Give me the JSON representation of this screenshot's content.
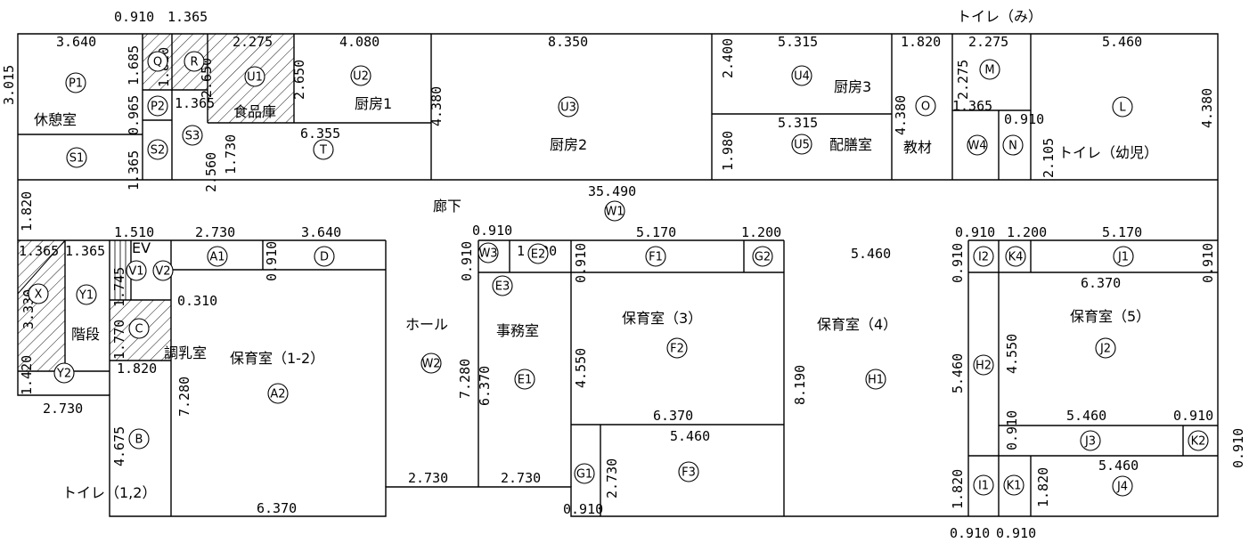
{
  "rooms": {
    "kyukeishitsu": "休憩室",
    "shokuhinko": "食品庫",
    "chubo1": "厨房1",
    "chubo2": "厨房2",
    "chubo3": "厨房3",
    "haizenshitsu": "配膳室",
    "kyozai": "教材",
    "toilet_mi": "トイレ（み）",
    "toilet_yoji": "トイレ（幼児）",
    "roka": "廊下",
    "kaidan": "階段",
    "chonyushitsu": "調乳室",
    "hoikushitsu_1_2": "保育室（1-2）",
    "hall": "ホール",
    "jimushitsu": "事務室",
    "hoikushitsu_3": "保育室（3）",
    "hoikushitsu_4": "保育室（4）",
    "hoikushitsu_5": "保育室（5）",
    "toilet_1_2": "トイレ（1,2）",
    "ev": "EV"
  },
  "tags": [
    "P1",
    "Q",
    "R",
    "U1",
    "U2",
    "U3",
    "U4",
    "U5",
    "M",
    "L",
    "O",
    "W4",
    "N",
    "P2",
    "S1",
    "S2",
    "S3",
    "T",
    "W1",
    "W2",
    "W3",
    "X",
    "Y1",
    "Y2",
    "V1",
    "V2",
    "A1",
    "A2",
    "B",
    "C",
    "D",
    "E1",
    "E2",
    "E3",
    "F1",
    "F2",
    "F3",
    "G1",
    "G2",
    "H1",
    "H2",
    "I1",
    "I2",
    "J1",
    "J2",
    "J3",
    "J4",
    "K1",
    "K2",
    "K4"
  ],
  "dimensions": {
    "top_0910": "0.910",
    "top_1365": "1.365",
    "p1_w": "3.640",
    "p1_h": "3.015",
    "q_h": "1.685",
    "r_h": "1.820",
    "u1_w": "2.275",
    "u1_h": "2.650",
    "u2_w": "4.080",
    "u2_h": "2.650",
    "u3_w": "8.350",
    "u3_h": "4.380",
    "u4_w": "5.315",
    "u4_h": "2.400",
    "u5_w": "5.315",
    "u5_h": "1.980",
    "o_w": "1.820",
    "o_h": "4.380",
    "m_w": "2.275",
    "m_h": "2.275",
    "l_w": "5.460",
    "l_h": "4.380",
    "p2_h": "0.965",
    "s3_w": "1.365",
    "s2_h": "1.365",
    "s3_h": "2.560",
    "t_h": "1.730",
    "t_w": "6.355",
    "w4_w": "1.365",
    "n_w": "0.910",
    "n_h": "2.105",
    "corridor_h": "1.820",
    "corridor_w": "35.490",
    "ev_w": "1.510",
    "a1_w": "2.730",
    "a1_h": "0.910",
    "d_w": "3.640",
    "w3_w": "0.910",
    "w3_h": "0.910",
    "e2_w": "1.820",
    "f1_h": "0.910",
    "f1_w": "5.170",
    "g2_w": "1.200",
    "h1_w": "5.460",
    "i2_w": "0.910",
    "i2_h": "0.910",
    "k4_w": "1.200",
    "j1_w": "5.170",
    "j1_h": "0.910",
    "x_w": "1.365",
    "y1_w": "1.365",
    "x_h": "3.330",
    "v_h": "1.745",
    "c_h": "1.770",
    "c_gap": "0.310",
    "j2_w": "6.370",
    "f2_h": "4.550",
    "h1_h": "8.190",
    "h2_h": "5.460",
    "j2_h": "4.550",
    "y2_h": "1.420",
    "c_w": "1.820",
    "e1_h": "6.370",
    "w2_h": "7.280",
    "a2_h": "7.280",
    "y2_w": "2.730",
    "f2_w": "6.370",
    "f3_w": "5.460",
    "j3_w": "5.460",
    "k2_w": "0.910",
    "k2_h": "0.910",
    "j3_h": "0.910",
    "b_h": "4.675",
    "g1_h": "2.730",
    "j4_w": "5.460",
    "i1_h": "1.820",
    "k1_h": "1.820",
    "hall_w": "2.730",
    "office_w": "2.730",
    "a2_w": "6.370",
    "g1_w": "0.910",
    "i1_w": "0.910",
    "k1_w": "0.910"
  }
}
